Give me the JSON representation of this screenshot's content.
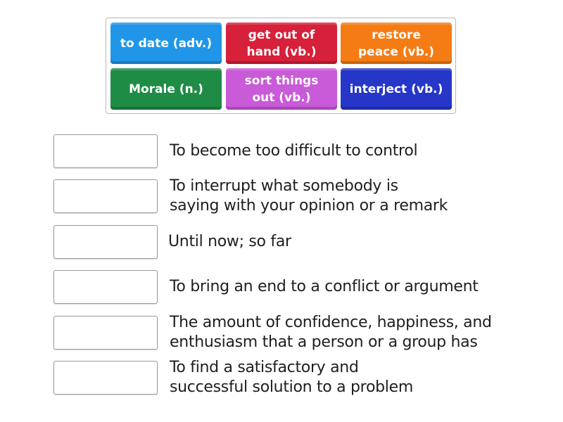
{
  "tiles": [
    {
      "label": "to date (adv.)",
      "color": "#2196e8"
    },
    {
      "label": "get out of\nhand (vb.)",
      "color": "#d7203a"
    },
    {
      "label": "restore\npeace (vb.)",
      "color": "#f57c14"
    },
    {
      "label": "Morale (n.)",
      "color": "#1f8c45"
    },
    {
      "label": "sort things\nout (vb.)",
      "color": "#c95ad8"
    },
    {
      "label": "interject (vb.)",
      "color": "#2536c8"
    }
  ],
  "rows": [
    {
      "definition": "To become too difficult to control",
      "answer": ""
    },
    {
      "definition": "To interrupt what somebody is\nsaying with your opinion or a remark",
      "answer": ""
    },
    {
      "definition": "Until now; so far",
      "answer": ""
    },
    {
      "definition": "To bring an end to a conflict or argument",
      "answer": ""
    },
    {
      "definition": "The amount of confidence, happiness, and\nenthusiasm that a person or a group has",
      "answer": ""
    },
    {
      "definition": "To find a satisfactory and\nsuccessful solution to a problem",
      "answer": ""
    }
  ]
}
